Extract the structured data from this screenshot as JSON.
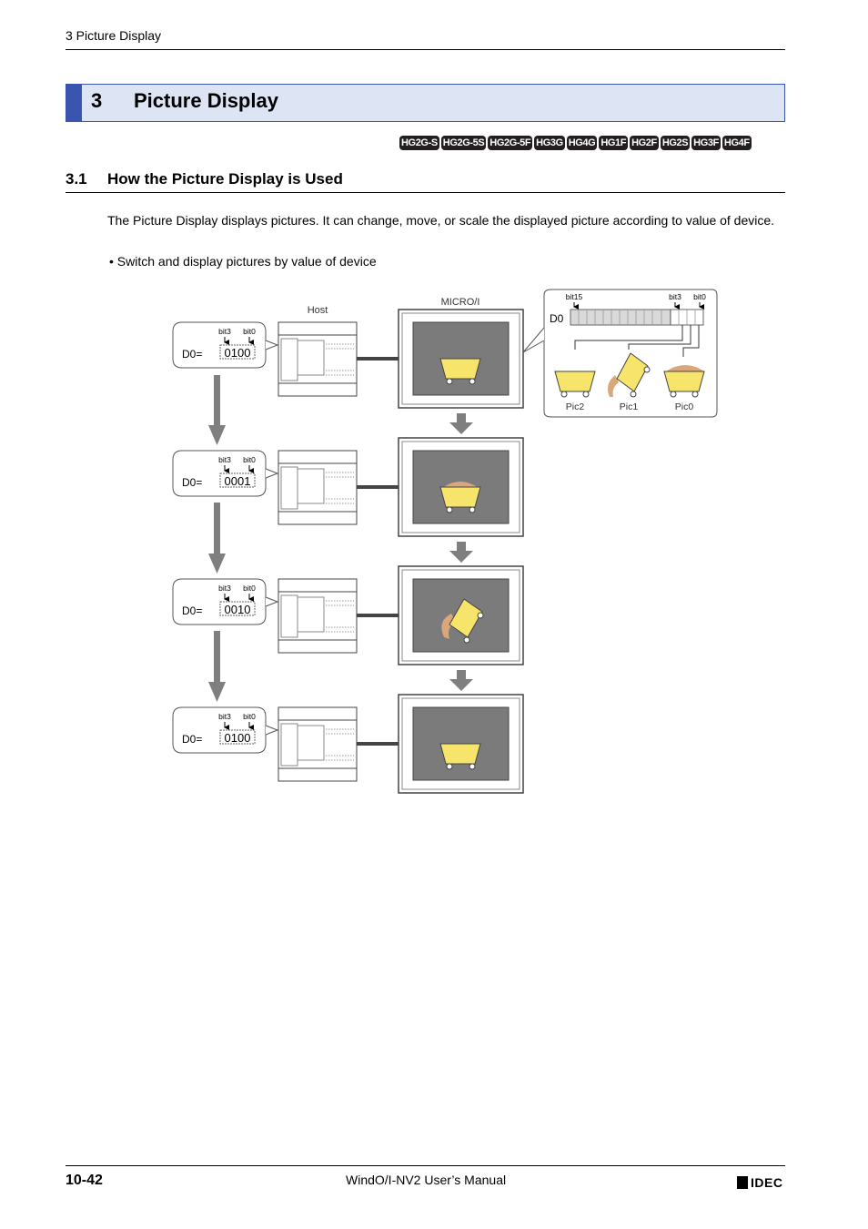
{
  "header": {
    "running_head": "3 Picture Display"
  },
  "chapter": {
    "number": "3",
    "title": "Picture Display"
  },
  "models": [
    "HG2G-S",
    "HG2G-5S",
    "HG2G-5F",
    "HG3G",
    "HG4G",
    "HG1F",
    "HG2F",
    "HG2S",
    "HG3F",
    "HG4F"
  ],
  "section": {
    "number": "3.1",
    "title": "How the Picture Display is Used"
  },
  "body": {
    "paragraph": "The Picture Display displays pictures. It can change, move, or scale the displayed picture according to value of device.",
    "bullet": "•  Switch and display pictures by value of device"
  },
  "figure": {
    "host_label": "Host",
    "micro_label": "MICRO/I",
    "device_label": "D0=",
    "bit3_label": "bit3",
    "bit0_label": "bit0",
    "rows": [
      {
        "value": "0100",
        "picture": "Pic2"
      },
      {
        "value": "0001",
        "picture": "Pic0"
      },
      {
        "value": "0010",
        "picture": "Pic1"
      },
      {
        "value": "0100",
        "picture": "Pic2"
      }
    ],
    "legend": {
      "register": "D0",
      "bit15": "bit15",
      "bit3": "bit3",
      "bit0": "bit0",
      "pictures": [
        "Pic2",
        "Pic1",
        "Pic0"
      ]
    },
    "colors": {
      "cart": "#f7e46a",
      "screen": "#7b7b7b",
      "arrow": "#7f7f7f",
      "shadow": "#d9a77a"
    }
  },
  "footer": {
    "page_number": "10-42",
    "manual_title": "WindO/I-NV2 User’s Manual",
    "logo": "IDEC"
  }
}
